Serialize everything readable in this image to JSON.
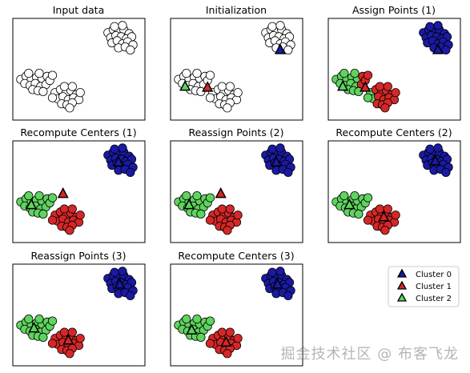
{
  "colors": {
    "cluster0": "#1a1aa6",
    "cluster1": "#d62728",
    "cluster2": "#5fd35f",
    "unassigned": "#ffffff",
    "edge": "#000000"
  },
  "watermark": "掘金技术社区 @ 布客飞龙",
  "legend": {
    "entries": [
      "Cluster 0",
      "Cluster 1",
      "Cluster 2"
    ]
  },
  "chart_data": [
    {
      "type": "scatter",
      "title": "Input data",
      "step": "input",
      "x_range": [
        0,
        10
      ],
      "y_range": [
        0,
        10
      ],
      "grid": false,
      "axes_ticks": false
    },
    {
      "type": "scatter",
      "title": "Initialization",
      "step": "init",
      "x_range": [
        0,
        10
      ],
      "y_range": [
        0,
        10
      ],
      "grid": false,
      "axes_ticks": false
    },
    {
      "type": "scatter",
      "title": "Assign Points (1)",
      "step": "assign1",
      "x_range": [
        0,
        10
      ],
      "y_range": [
        0,
        10
      ],
      "grid": false,
      "axes_ticks": false
    },
    {
      "type": "scatter",
      "title": "Recompute Centers (1)",
      "step": "recompute1",
      "x_range": [
        0,
        10
      ],
      "y_range": [
        0,
        10
      ],
      "grid": false,
      "axes_ticks": false
    },
    {
      "type": "scatter",
      "title": "Reassign Points (2)",
      "step": "reassign2",
      "x_range": [
        0,
        10
      ],
      "y_range": [
        0,
        10
      ],
      "grid": false,
      "axes_ticks": false
    },
    {
      "type": "scatter",
      "title": "Recompute Centers (2)",
      "step": "recompute2",
      "x_range": [
        0,
        10
      ],
      "y_range": [
        0,
        10
      ],
      "grid": false,
      "axes_ticks": false
    },
    {
      "type": "scatter",
      "title": "Reassign Points (3)",
      "step": "reassign3",
      "x_range": [
        0,
        10
      ],
      "y_range": [
        0,
        10
      ],
      "grid": false,
      "axes_ticks": false
    },
    {
      "type": "scatter",
      "title": "Recompute Centers (3)",
      "step": "recompute3",
      "x_range": [
        0,
        10
      ],
      "y_range": [
        0,
        10
      ],
      "grid": false,
      "axes_ticks": false
    }
  ],
  "points": {
    "blob0": [
      [
        7.2,
        8.6
      ],
      [
        7.6,
        8.9
      ],
      [
        8.0,
        8.7
      ],
      [
        8.4,
        8.9
      ],
      [
        8.8,
        8.5
      ],
      [
        7.4,
        8.1
      ],
      [
        7.8,
        8.3
      ],
      [
        8.2,
        8.2
      ],
      [
        8.6,
        8.0
      ],
      [
        9.0,
        8.2
      ],
      [
        7.5,
        7.6
      ],
      [
        7.9,
        7.8
      ],
      [
        8.3,
        7.5
      ],
      [
        8.7,
        7.7
      ],
      [
        9.1,
        7.4
      ],
      [
        8.0,
        7.1
      ],
      [
        8.5,
        7.2
      ],
      [
        8.9,
        6.9
      ],
      [
        7.7,
        9.2
      ],
      [
        8.3,
        9.3
      ]
    ],
    "blob1": [
      [
        3.2,
        2.7
      ],
      [
        3.6,
        3.0
      ],
      [
        4.0,
        2.6
      ],
      [
        4.4,
        2.9
      ],
      [
        4.8,
        2.5
      ],
      [
        3.4,
        2.1
      ],
      [
        3.8,
        2.3
      ],
      [
        4.2,
        2.0
      ],
      [
        4.6,
        2.2
      ],
      [
        5.0,
        2.0
      ],
      [
        3.7,
        1.6
      ],
      [
        4.1,
        1.5
      ],
      [
        4.5,
        1.7
      ],
      [
        3.9,
        3.3
      ],
      [
        4.5,
        3.3
      ],
      [
        5.1,
        2.7
      ],
      [
        3.0,
        2.2
      ],
      [
        4.3,
        1.2
      ]
    ],
    "blob2": [
      [
        0.6,
        4.0
      ],
      [
        1.0,
        4.3
      ],
      [
        1.4,
        4.0
      ],
      [
        1.8,
        4.2
      ],
      [
        2.2,
        4.1
      ],
      [
        2.6,
        4.3
      ],
      [
        0.9,
        3.6
      ],
      [
        1.3,
        3.4
      ],
      [
        1.7,
        3.6
      ],
      [
        2.1,
        3.3
      ],
      [
        2.5,
        3.5
      ],
      [
        1.5,
        3.0
      ],
      [
        1.9,
        2.9
      ],
      [
        2.3,
        2.8
      ],
      [
        1.2,
        4.6
      ],
      [
        2.0,
        4.6
      ],
      [
        2.8,
        3.9
      ],
      [
        3.0,
        4.4
      ]
    ]
  },
  "centers": {
    "init": [
      [
        8.3,
        6.9
      ],
      [
        2.8,
        3.2
      ],
      [
        1.1,
        3.3
      ]
    ],
    "c1": [
      [
        8.0,
        7.9
      ],
      [
        3.8,
        4.8
      ],
      [
        1.4,
        3.7
      ]
    ],
    "c2": [
      [
        8.1,
        8.0
      ],
      [
        4.2,
        2.5
      ],
      [
        1.6,
        3.7
      ]
    ],
    "c3": [
      [
        8.1,
        8.0
      ],
      [
        4.2,
        2.3
      ],
      [
        1.6,
        3.5
      ]
    ]
  }
}
